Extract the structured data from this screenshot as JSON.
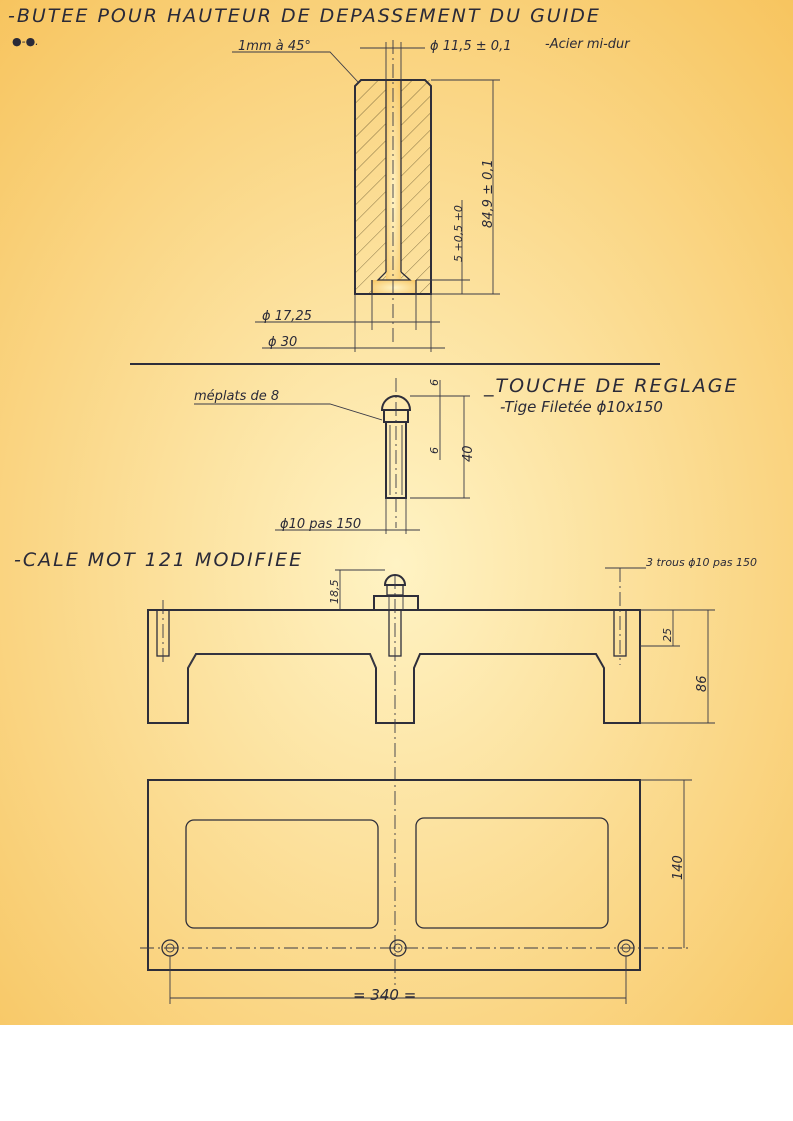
{
  "colors": {
    "paper": "#f7c45e",
    "paper_light": "#fff3c4",
    "ink": "#2a2a38",
    "below_page": "#ffffff"
  },
  "section_butee": {
    "title": "-BUTEE POUR  HAUTEUR DE DEPASSEMENT DU GUIDE",
    "chamfer_note": "1mm à 45°",
    "bore_dimension": "ϕ 11,5 ± 0,1",
    "material_note": "-Acier mi-dur",
    "height_dimension": "84,9 ± 0,1",
    "counterbore_depth": "5 +0,5 +0",
    "inner_diameter": "ϕ 17,25",
    "outer_diameter": "ϕ 30"
  },
  "section_touche": {
    "title_line1": "_TOUCHE DE REGLAGE",
    "title_line2": "-Tige Filetée ϕ10x150",
    "flats_note": "méplats de 8",
    "dim_top": "6",
    "dim_mid": "6",
    "dim_length": "40",
    "thread_note": "ϕ10 pas 150"
  },
  "section_cale": {
    "title": "-CALE MOT 121 MODIFIEE",
    "holes_note": "3 trous ϕ10 pas 150",
    "stud_height": "18,5",
    "plate_thickness": "25",
    "total_height": "86",
    "width_dimension": "140",
    "length_dimension": "= 340 ="
  }
}
